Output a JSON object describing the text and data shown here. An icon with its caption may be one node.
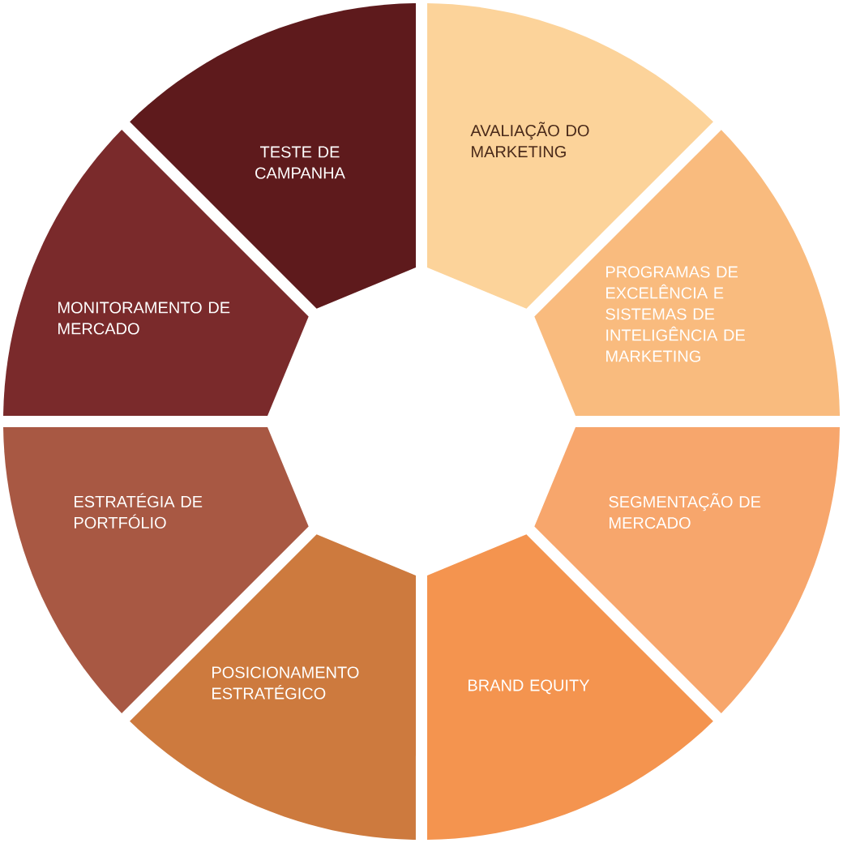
{
  "diagram": {
    "nodes": [
      {
        "text": [
          "TESTE DE CAMPANHA"
        ]
      },
      {
        "text": [
          "AVALIAÇÃO DO MARKETING"
        ]
      },
      {
        "text": [
          "MONITORAMENTO DE MERCADO"
        ]
      },
      {
        "text": [
          "PROGRAMAS DE EXCELÊNCIA E SISTEMAS DE INTELIGÊNCIA DE MARKETING"
        ]
      },
      {
        "text": [
          "ESTRATÉGIA DE PORTFÓLIO"
        ]
      },
      {
        "text": [
          "SEGMENTAÇÃO DE MERCADO"
        ]
      },
      {
        "text": [
          "POSICIONAMENTO ESTRATÉGICO"
        ]
      },
      {
        "text": [
          "BRAND EQUITY"
        ]
      }
    ]
  }
}
